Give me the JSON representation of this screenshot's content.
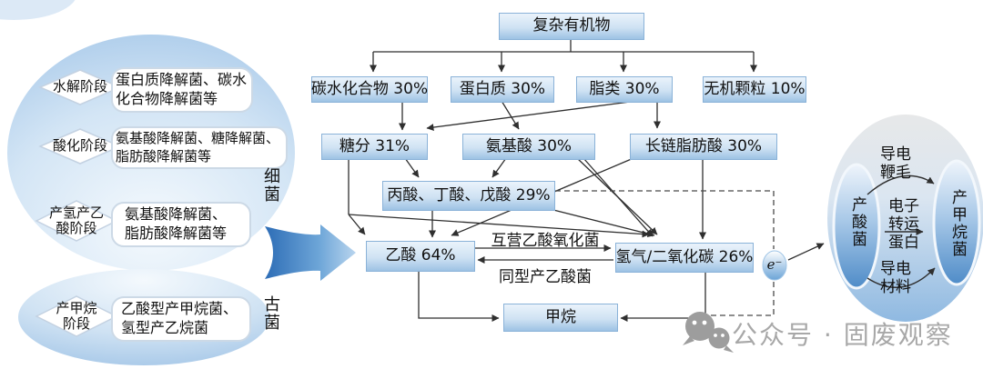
{
  "left_panel": {
    "bacteria_label": "细菌",
    "archaea_label": "古菌",
    "stages": [
      {
        "stage": "水解阶段",
        "organisms": "蛋白质降解菌、碳水化合物降解菌等"
      },
      {
        "stage": "酸化阶段",
        "organisms": "氨基酸降解菌、糖降解菌、脂肪酸降解菌等"
      },
      {
        "stage": "产氢产乙酸阶段",
        "organisms": "氨基酸降解菌、脂肪酸降解菌等"
      },
      {
        "stage": "产甲烷阶段",
        "organisms": "乙酸型产甲烷菌、氢型产乙烷菌"
      }
    ]
  },
  "flowchart": {
    "nodes": {
      "complex_organics": "复杂有机物",
      "carbohydrates": "碳水化合物 30%",
      "protein": "蛋白质 30%",
      "lipids": "脂类 30%",
      "inorganic_particles": "无机颗粒 10%",
      "sugars": "糖分 31%",
      "amino_acids": "氨基酸 30%",
      "long_chain_fatty_acids": "长链脂肪酸 30%",
      "volatile_fatty_acids": "丙酸、丁酸、戊酸 29%",
      "acetate": "乙酸 64%",
      "hydrogen_co2": "氢气/二氧化碳 26%",
      "methane": "甲烷",
      "electron": "e⁻"
    },
    "edge_labels": {
      "syntrophic_acetate_oxidizers": "互营乙酸氧化菌",
      "homoacetogens": "同型产乙酸菌"
    }
  },
  "diet_panel": {
    "acidogens": "产酸菌",
    "methanogens": "产甲烷菌",
    "conductive_pili": "导电鞭毛",
    "electron_transfer_protein": "电子转运蛋白",
    "conductive_materials": "导电材料"
  },
  "watermark": {
    "text": "公众号 · 固废观察"
  },
  "colors": {
    "box_gradient_top": "#eaf3fb",
    "box_gradient_bottom": "#9dc2e4",
    "ellipse_blue": "#a3c6e8",
    "deep_blue": "#4f8cc8",
    "line": "#2f2f2f",
    "watermark_gray": "#a8a8a8"
  }
}
